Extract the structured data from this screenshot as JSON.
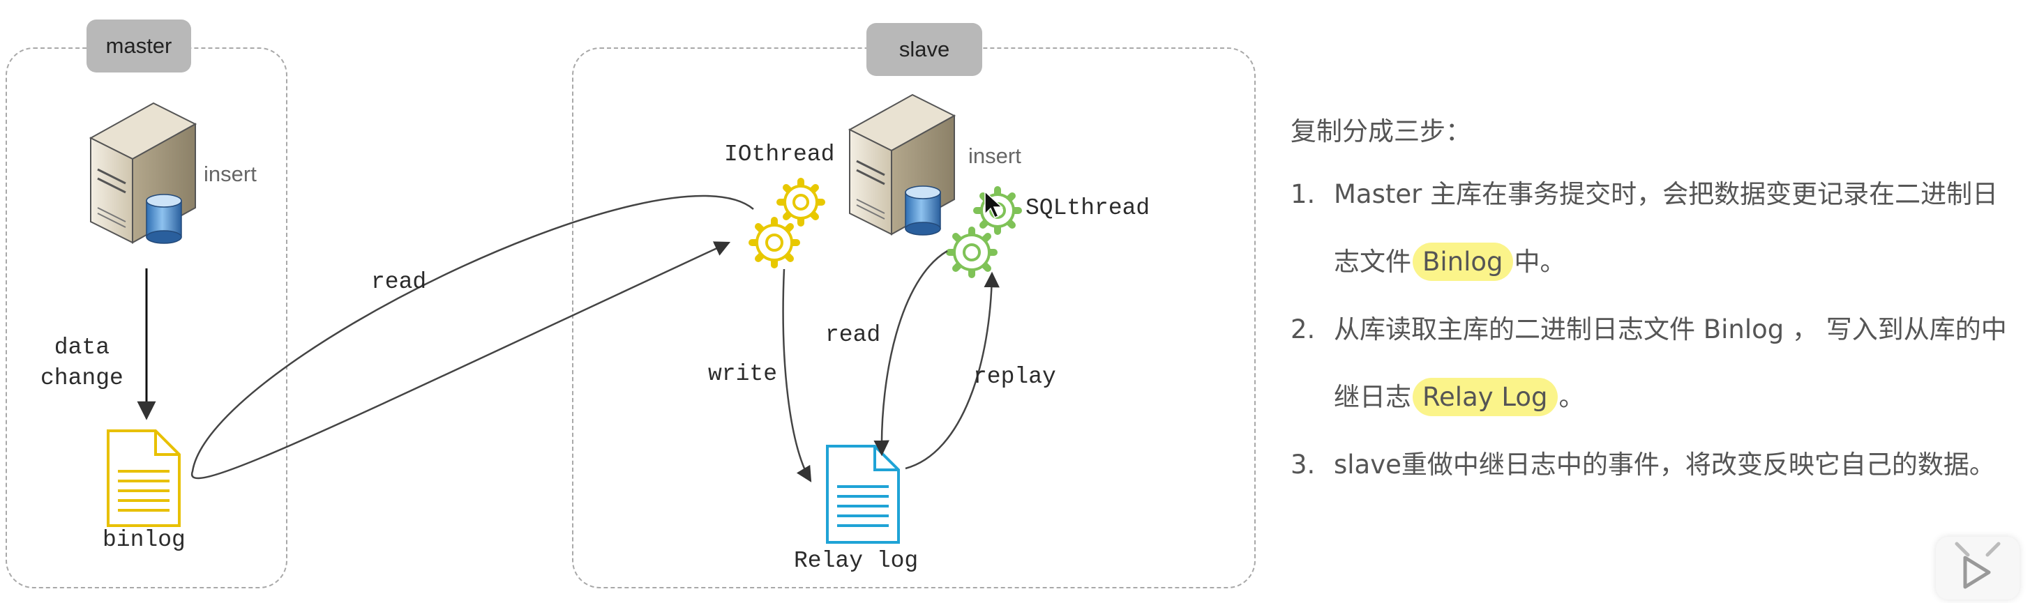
{
  "master": {
    "tag": "master",
    "server_label": "insert",
    "arrow_label": "data\nchange",
    "file_label": "binlog"
  },
  "slave": {
    "tag": "slave",
    "server_label": "insert",
    "io_thread": "IOthread",
    "sql_thread": "SQLthread",
    "relay_file_label": "Relay log"
  },
  "edges": {
    "read_master": "read",
    "write": "write",
    "read_relay": "read",
    "replay": "replay"
  },
  "steps": {
    "heading": "复制分成三步：",
    "items": [
      {
        "num": "1.",
        "pre": "Master 主库在事务提交时，会把数据变更记录在二进制日志文件",
        "highlight": "Binlog",
        "post": "中。"
      },
      {
        "num": "2.",
        "pre": "从库读取主库的二进制日志文件 Binlog ， 写入到从库的中继日志",
        "highlight": "Relay Log",
        "post": "。"
      },
      {
        "num": "3.",
        "pre": "slave重做中继日志中的事件，将改变反映它自己的数据。",
        "highlight": "",
        "post": ""
      }
    ]
  },
  "colors": {
    "binlog_file": "#e8c000",
    "relay_file": "#1fa3d6",
    "io_gear": "#e8c800",
    "sql_gear": "#7fc257",
    "highlight": "#fbf48a",
    "tag_bg": "#b8b8b8"
  },
  "icons": [
    "server-icon",
    "database-icon",
    "document-icon",
    "gear-icon",
    "play-icon"
  ]
}
